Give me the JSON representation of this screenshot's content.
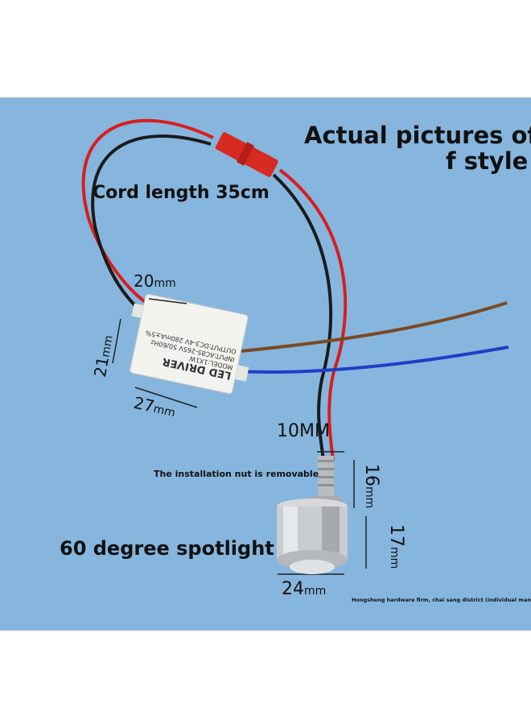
{
  "labels": {
    "title_line1": "Actual pictures of",
    "title_line2": "f style",
    "cord_length": "Cord length 35cm",
    "nut_note": "The installation nut is removable",
    "spotlight": "60 degree spotlight",
    "manufacturer": "Hongsheng hardware firm, chai sang district (individual manufacturer)"
  },
  "dimensions": {
    "width_20": "20",
    "height_21": "21",
    "length_27": "27",
    "unit_mm": "mm",
    "thread_10": "10MM",
    "thread_16": "16",
    "body_17": "17",
    "diameter_24": "24"
  },
  "driver_label": {
    "model": "LED DRIVER",
    "line1": "MODEL:1X1W",
    "line2": "INPUT:AC85-265V 50/60Hz",
    "line3": "OUTPUT:DC3-4V 280mA±5%"
  },
  "colors": {
    "background": "#86b6de",
    "red_wire": "#d81e1e",
    "black_wire": "#1b1b1b",
    "brown_wire": "#7a4a25",
    "blue_wire": "#1f3fc4",
    "driver_case": "#f2f2ee",
    "connector": "#d72a20"
  }
}
